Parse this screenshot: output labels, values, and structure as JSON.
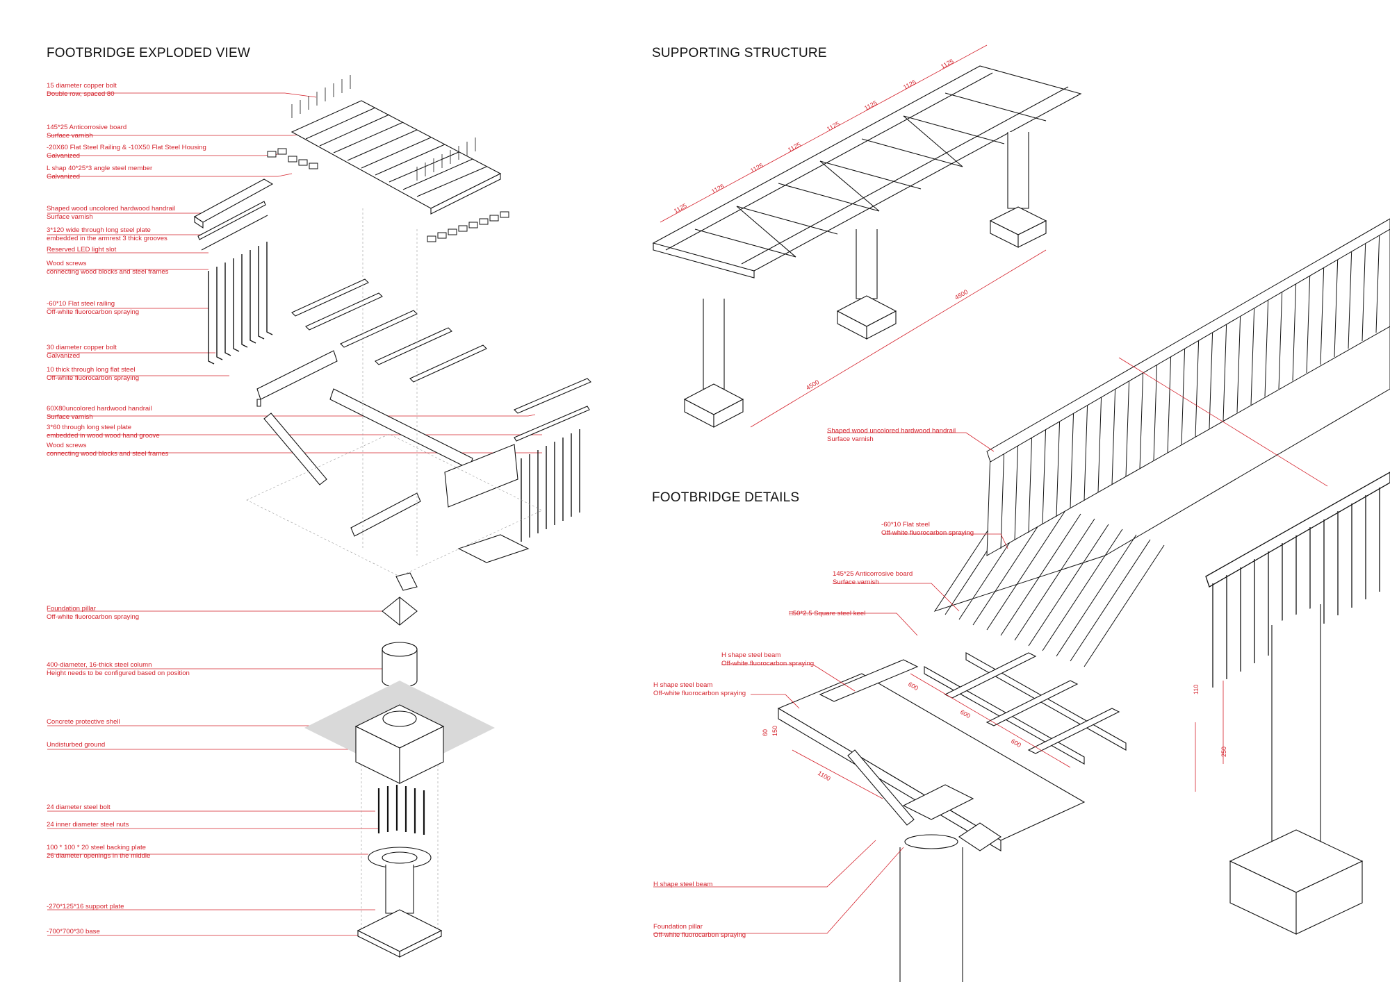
{
  "titles": {
    "exploded": "FOOTBRIDGE EXPLODED VIEW",
    "supporting": "SUPPORTING STRUCTURE",
    "details": "FOOTBRIDGE DETAILS"
  },
  "exploded_labels": [
    {
      "l1": "15 diameter copper bolt",
      "l2": "Double row, spaced 80"
    },
    {
      "l1": "145*25 Anticorrosive board",
      "l2": "Surface varnish"
    },
    {
      "l1": "-20X60 Flat Steel Railing & -10X50 Flat Steel Housing",
      "l2": "Galvanized"
    },
    {
      "l1": "L shap 40*25*3 angle steel member",
      "l2": "Galvanized"
    },
    {
      "l1": "Shaped wood uncolored hardwood handrail",
      "l2": "Surface varnish"
    },
    {
      "l1": "3*120 wide through long steel plate",
      "l2": "embedded in the armrest 3 thick grooves"
    },
    {
      "l1": "Reserved LED light slot",
      "l2": ""
    },
    {
      "l1": "Wood screws",
      "l2": "connecting wood blocks and steel frames"
    },
    {
      "l1": "-60*10 Flat steel railing",
      "l2": "Off-white fluorocarbon spraying"
    },
    {
      "l1": "30 diameter copper bolt",
      "l2": "Galvanized"
    },
    {
      "l1": "10 thick through long flat steel",
      "l2": "Off-white fluorocarbon spraying"
    },
    {
      "l1": "60X80uncolored hardwood handrail",
      "l2": "Surface varnish"
    },
    {
      "l1": "3*60 through long steel plate",
      "l2": "embedded in wood wood hand groove"
    },
    {
      "l1": "Wood screws",
      "l2": "connecting wood blocks and steel frames"
    },
    {
      "l1": "Foundation pillar",
      "l2": "Off-white fluorocarbon spraying"
    },
    {
      "l1": "400-diameter,  16-thick steel column",
      "l2": "Height needs to be configured based on position"
    },
    {
      "l1": "Concrete protective shell",
      "l2": ""
    },
    {
      "l1": "Undisturbed ground",
      "l2": ""
    },
    {
      "l1": "24 diameter steel bolt",
      "l2": ""
    },
    {
      "l1": "24 inner diameter steel nuts",
      "l2": ""
    },
    {
      "l1": "100 * 100 * 20 steel backing plate",
      "l2": "26 diameter openings in the middle"
    },
    {
      "l1": "-270*125*16 support plate",
      "l2": ""
    },
    {
      "l1": "-700*700*30 base",
      "l2": ""
    }
  ],
  "supporting_dims": {
    "span": "1125",
    "length_a": "4500",
    "length_b": "4500"
  },
  "detail_labels": [
    {
      "l1": "Shaped wood uncolored hardwood handrail",
      "l2": "Surface varnish"
    },
    {
      "l1": "-60*10 Flat steel",
      "l2": "Off-white fluorocarbon spraying"
    },
    {
      "l1": "145*25 Anticorrosive board",
      "l2": "Surface varnish"
    },
    {
      "l1": "□50*2.5 Square steel keel",
      "l2": ""
    },
    {
      "l1": "H shape steel beam",
      "l2": "Off-white fluorocarbon spraying"
    },
    {
      "l1": "H shape steel beam",
      "l2": "Off-white fluorocarbon spraying"
    },
    {
      "l1": "H shape steel beam",
      "l2": ""
    },
    {
      "l1": "Foundation pillar",
      "l2": "Off-white fluorocarbon spraying"
    }
  ],
  "detail_dims": {
    "d600": "600",
    "d1100": "1100",
    "d150": "150",
    "d60": "60",
    "d250": "250",
    "d110": "110"
  },
  "colors": {
    "annotation": "#d4202a",
    "ink": "#111111",
    "ground": "#d9d9d9"
  }
}
